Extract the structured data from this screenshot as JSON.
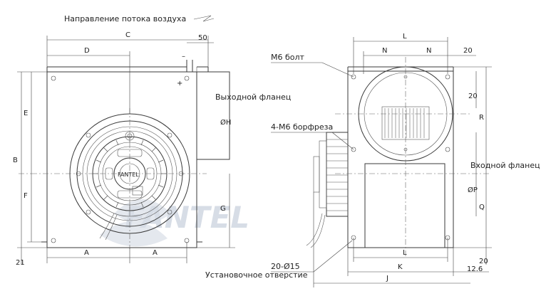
{
  "annotations": {
    "airflow_direction": "Направление потока воздуха",
    "outlet_flange": "Выходной фланец",
    "inlet_flange": "Входной фланец",
    "m6_bolt": "М6 болт",
    "m6_countersink": "4-М6 борфреза",
    "mounting_holes": "20-Ø15",
    "mounting_hole_label": "Установочное отверстие"
  },
  "dimensions": {
    "C": "C",
    "D": "D",
    "fifty": "50",
    "E": "E",
    "F": "F",
    "B": "B",
    "H": "ØH",
    "G": "G",
    "A1": "A",
    "A2": "A",
    "twentyone": "21",
    "L_top": "L",
    "N1": "N",
    "N2": "N",
    "twenty_top": "20",
    "twenty_right": "20",
    "R": "R",
    "P": "ØP",
    "Q": "Q",
    "L_bottom": "L",
    "K": "K",
    "J": "J",
    "twenty_bottom": "20",
    "twelve_six": "12.6"
  },
  "watermark": "FANTEL",
  "hub_label": "FANTEL"
}
